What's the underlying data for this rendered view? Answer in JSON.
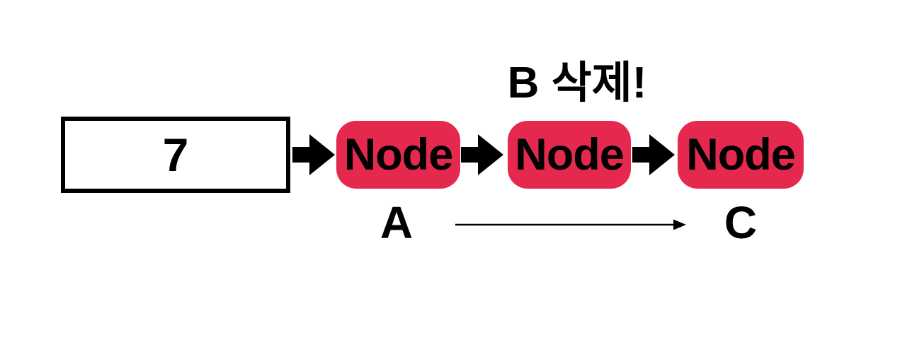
{
  "diagram": {
    "title": "B 삭제!",
    "head_box": {
      "value": "7"
    },
    "nodes": [
      {
        "label": "Node"
      },
      {
        "label": "Node"
      },
      {
        "label": "Node"
      }
    ],
    "labels": {
      "a": "A",
      "c": "C"
    },
    "colors": {
      "node_fill": "#E5294E",
      "node_text": "#000000",
      "arrow": "#000000",
      "box_border": "#000000",
      "background": "#FFFFFF"
    }
  }
}
